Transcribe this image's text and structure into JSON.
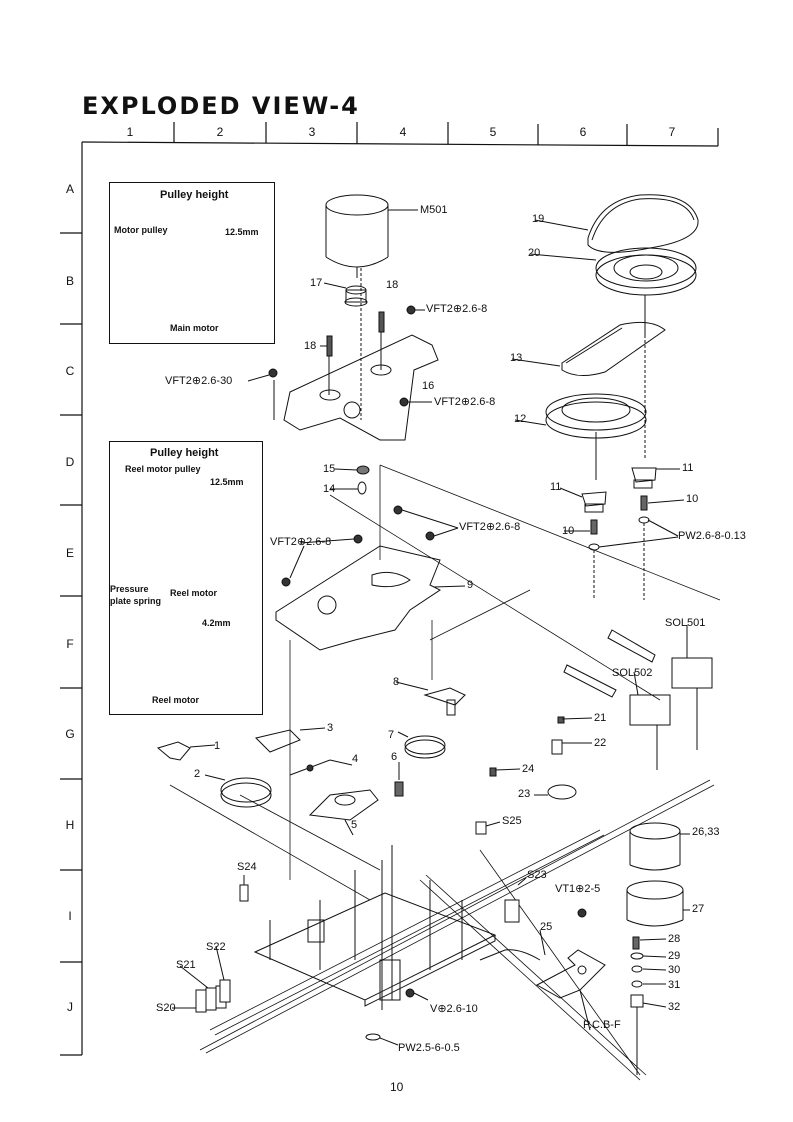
{
  "title": "EXPLODED VIEW-4",
  "grid": {
    "columns": [
      "1",
      "2",
      "3",
      "4",
      "5",
      "6",
      "7"
    ],
    "rows": [
      "A",
      "B",
      "C",
      "D",
      "E",
      "F",
      "G",
      "H",
      "I",
      "J"
    ]
  },
  "insets": {
    "main_motor": {
      "title": "Pulley height",
      "pulley_label": "Motor pulley",
      "dimension": "12.5mm",
      "motor_label": "Main motor"
    },
    "reel_motor": {
      "title": "Pulley height",
      "pulley_label": "Reel motor pulley",
      "dimension_1": "12.5mm",
      "motor_label_1": "Reel motor",
      "spring_label_line1": "Pressure",
      "spring_label_line2": "plate spring",
      "dimension_2": "4.2mm",
      "motor_label_2": "Reel motor"
    }
  },
  "callouts": {
    "m501": "M501",
    "p17": "17",
    "p18a": "18",
    "p18b": "18",
    "screw_top_right": "VFT2⊕2.6-8",
    "screw_left": "VFT2⊕2.6-30",
    "p16": "16",
    "screw_mid": "VFT2⊕2.6-8",
    "p15": "15",
    "p14": "14",
    "screw_e_right": "VFT2⊕2.6-8",
    "screw_e_left": "VFT2⊕2.6-8",
    "p9": "9",
    "p19": "19",
    "p20": "20",
    "p13": "13",
    "p12": "12",
    "p11a": "11",
    "p11b": "11",
    "p10a": "10",
    "p10b": "10",
    "washer": "PW2.6-8-0.13",
    "sol501": "SOL501",
    "sol502": "SOL502",
    "p8": "8",
    "p7": "7",
    "p6": "6",
    "p5": "5",
    "p4": "4",
    "p3": "3",
    "p2": "2",
    "p1": "1",
    "p21": "21",
    "p22": "22",
    "p23": "23",
    "p24": "24",
    "s25": "S25",
    "s24": "S24",
    "s23": "S23",
    "s22": "S22",
    "s21": "S21",
    "s20": "S20",
    "p25": "25",
    "screw_vt": "VT1⊕2-5",
    "pcb": "P.C.B-F",
    "screw_v": "V⊕2.6-10",
    "washer_bottom": "PW2.5-6-0.5",
    "p2633": "26,33",
    "p27": "27",
    "p28": "28",
    "p29": "29",
    "p30": "30",
    "p31": "31",
    "p32": "32"
  },
  "page_number": "10"
}
